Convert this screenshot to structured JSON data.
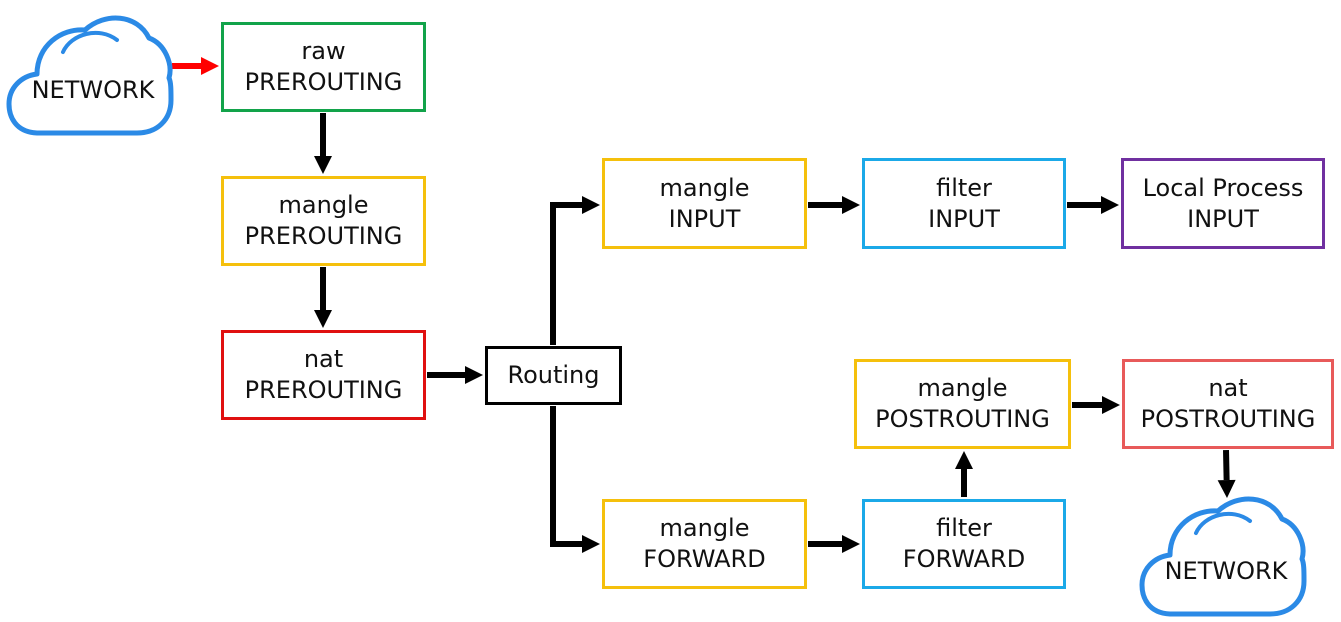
{
  "colors": {
    "green": "#12a34a",
    "yellow": "#f5c00c",
    "red": "#e01010",
    "blue": "#1ba9e8",
    "purple": "#7030a0",
    "salmon": "#e85a5a",
    "black": "#000000",
    "cloud": "#2b8ae6",
    "entry_arrow": "#ff0000"
  },
  "clouds": {
    "source": {
      "label": "NETWORK",
      "icon": "cloud-icon"
    },
    "destination": {
      "label": "NETWORK",
      "icon": "cloud-icon"
    }
  },
  "nodes": {
    "raw_prerouting": {
      "table": "raw",
      "chain": "PREROUTING"
    },
    "mangle_prerouting": {
      "table": "mangle",
      "chain": "PREROUTING"
    },
    "nat_prerouting": {
      "table": "nat",
      "chain": "PREROUTING"
    },
    "routing": {
      "label": "Routing"
    },
    "mangle_input": {
      "table": "mangle",
      "chain": "INPUT"
    },
    "filter_input": {
      "table": "filter",
      "chain": "INPUT"
    },
    "local_input": {
      "table": "Local Process",
      "chain": "INPUT"
    },
    "mangle_forward": {
      "table": "mangle",
      "chain": "FORWARD"
    },
    "filter_forward": {
      "table": "filter",
      "chain": "FORWARD"
    },
    "mangle_postrouting": {
      "table": "mangle",
      "chain": "POSTROUTING"
    },
    "nat_postrouting": {
      "table": "nat",
      "chain": "POSTROUTING"
    }
  }
}
